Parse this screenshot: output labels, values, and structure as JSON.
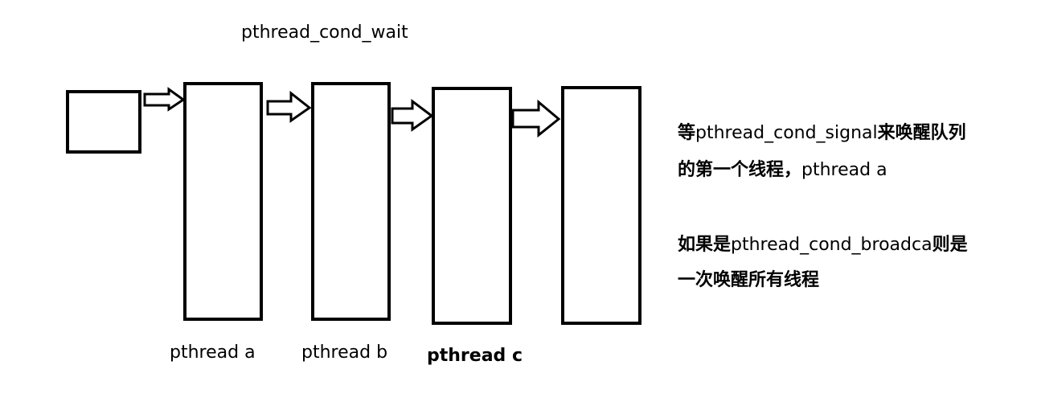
{
  "diagram": {
    "title": "pthread_cond_wait",
    "thread_labels": [
      "pthread a",
      "pthread b",
      "pthread c"
    ],
    "notes": {
      "signal": {
        "line1_prefix": "等",
        "line1_code": "pthread_cond_signal",
        "line1_suffix": "来唤醒队列",
        "line2_prefix": "的第一个线程，",
        "line2_code": "pthread a"
      },
      "broadcast": {
        "line1_prefix": "如果是",
        "line1_code": "pthread_cond_broadca",
        "line1_suffix": "则是",
        "line2": "一次唤醒所有线程"
      }
    },
    "colors": {
      "stroke": "#000000",
      "background": "#ffffff"
    }
  }
}
